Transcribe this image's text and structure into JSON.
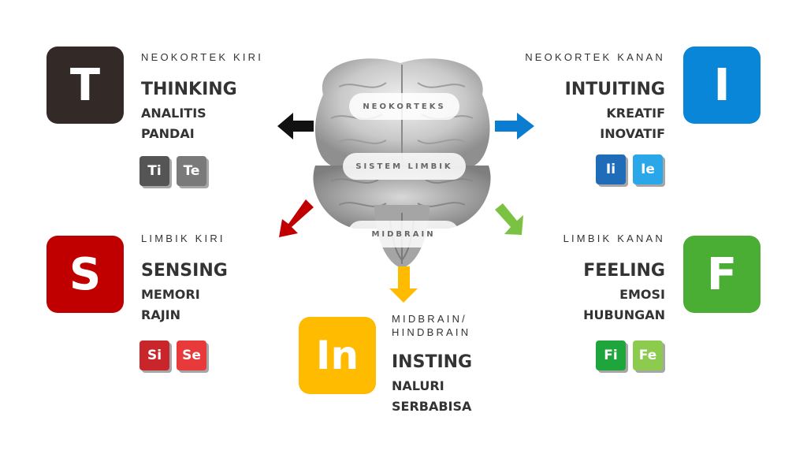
{
  "brain": {
    "label_neokorteks": "NEOKORTEKS",
    "label_limbik": "SISTEM LIMBIK",
    "label_midbrain": "MIDBRAIN"
  },
  "thinking": {
    "letter": "T",
    "region": "NEOKORTEK KIRI",
    "title": "THINKING",
    "line1": "ANALITIS",
    "line2": "PANDAI",
    "tile1": "Ti",
    "tile2": "Te",
    "color": "#332a28",
    "tile1_color": "#555555",
    "tile2_color": "#7a7a7a"
  },
  "intuiting": {
    "letter": "I",
    "region": "NEOKORTEK KANAN",
    "title": "INTUITING",
    "line1": "KREATIF",
    "line2": "INOVATIF",
    "tile1": "Ii",
    "tile2": "Ie",
    "color": "#0a86d9",
    "tile1_color": "#1f6cb8",
    "tile2_color": "#2aa7e8"
  },
  "sensing": {
    "letter": "S",
    "region": "LIMBIK KIRI",
    "title": "SENSING",
    "line1": "MEMORI",
    "line2": "RAJIN",
    "tile1": "Si",
    "tile2": "Se",
    "color": "#c00000",
    "tile1_color": "#c8262a",
    "tile2_color": "#e83a3a"
  },
  "feeling": {
    "letter": "F",
    "region": "LIMBIK KANAN",
    "title": "FEELING",
    "line1": "EMOSI",
    "line2": "HUBUNGAN",
    "tile1": "Fi",
    "tile2": "Fe",
    "color": "#4aae34",
    "tile1_color": "#1ea53c",
    "tile2_color": "#8ccb4e"
  },
  "insting": {
    "letter": "In",
    "region_line1": "MIDBRAIN/",
    "region_line2": "HINDBRAIN",
    "title": "INSTING",
    "line1": "NALURI",
    "line2": "SERBABISA",
    "color": "#ffbb00"
  }
}
